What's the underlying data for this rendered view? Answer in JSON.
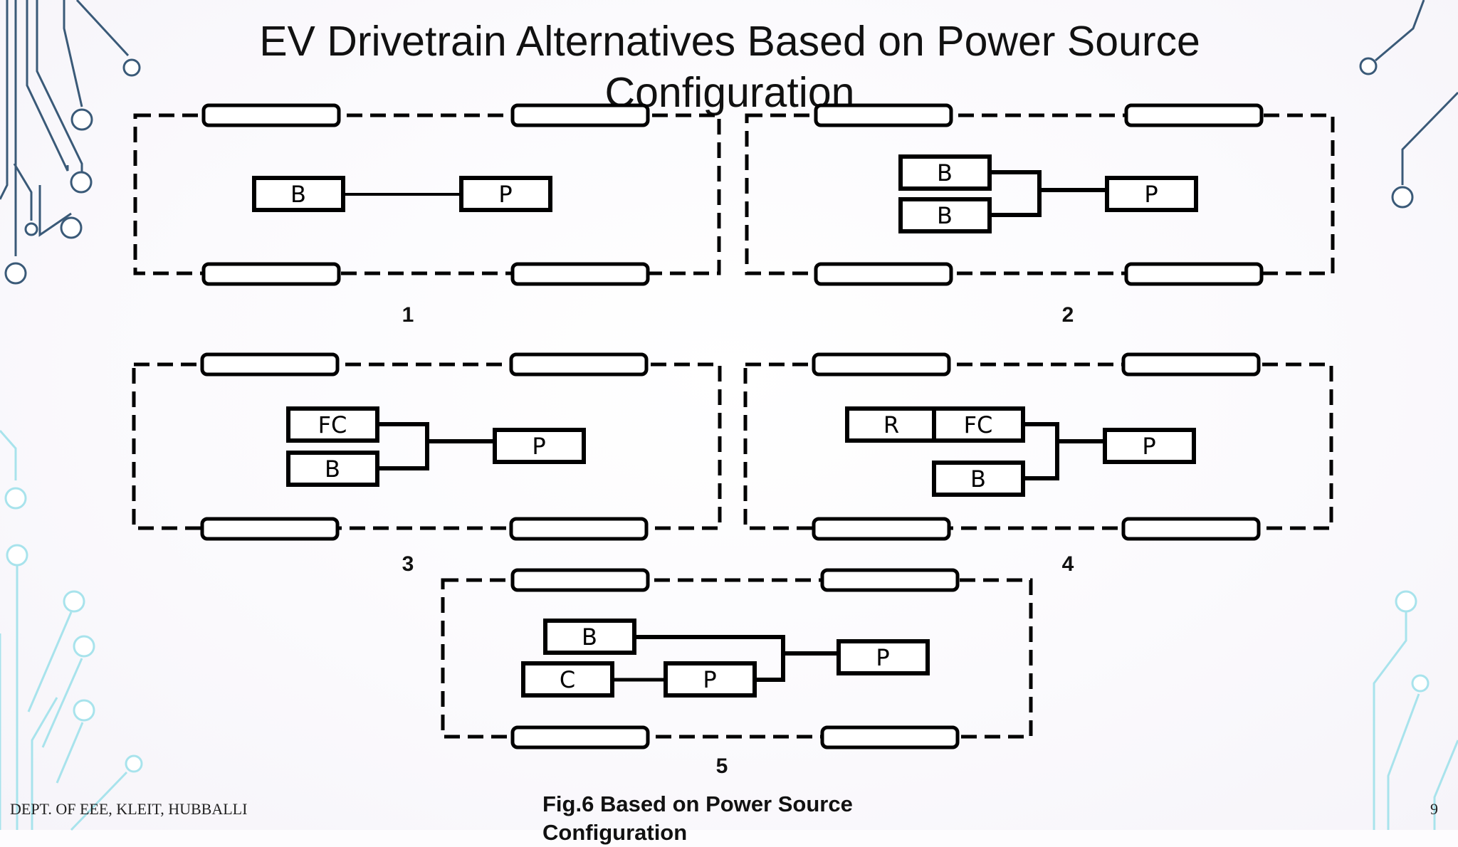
{
  "slide": {
    "title": "EV Drivetrain Alternatives Based on Power Source Configuration",
    "caption": "Fig.6 Based on Power Source Configuration",
    "footer_left": "DEPT. OF EEE, KLEIT, HUBBALLI",
    "page_number": "9"
  },
  "diagrams": [
    {
      "number": "1",
      "blocks": {
        "b": "B",
        "p": "P"
      }
    },
    {
      "number": "2",
      "blocks": {
        "b1": "B",
        "b2": "B",
        "p": "P"
      }
    },
    {
      "number": "3",
      "blocks": {
        "fc": "FC",
        "b": "B",
        "p": "P"
      }
    },
    {
      "number": "4",
      "blocks": {
        "r": "R",
        "fc": "FC",
        "b": "B",
        "p": "P"
      }
    },
    {
      "number": "5",
      "blocks": {
        "b": "B",
        "c": "C",
        "p_inner": "P",
        "p": "P"
      }
    }
  ],
  "colors": {
    "circuit_dark": "#3a5a78",
    "circuit_light": "#a8e3ec",
    "diagram_stroke": "#000000"
  }
}
